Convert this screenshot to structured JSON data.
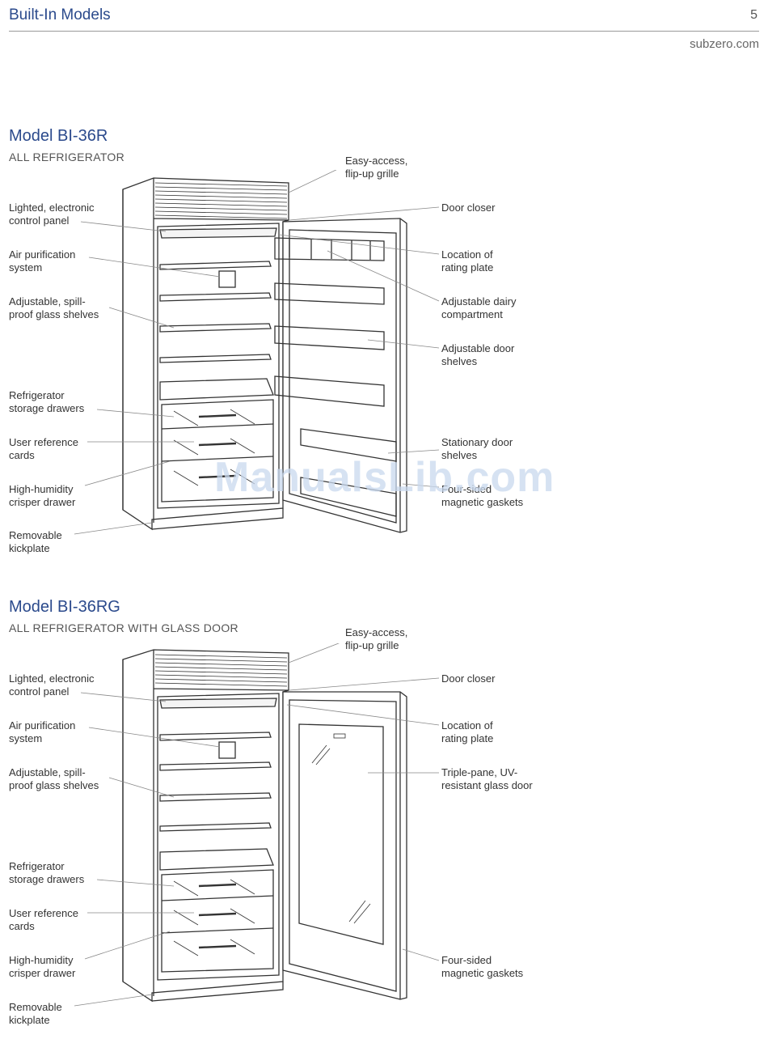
{
  "header": {
    "title": "Built-In Models",
    "page_number": "5",
    "site": "subzero.com"
  },
  "watermark": "ManualsLib.com",
  "sections": [
    {
      "title": "Model BI-36R",
      "subtitle": "ALL REFRIGERATOR",
      "labels": {
        "grille": [
          "Easy-access,",
          "flip-up grille"
        ],
        "control": [
          "Lighted, electronic",
          "control panel"
        ],
        "air": [
          "Air purification",
          "system"
        ],
        "shelves": [
          "Adjustable, spill-",
          "proof glass shelves"
        ],
        "drawers": [
          "Refrigerator",
          "storage drawers"
        ],
        "cards": [
          "User reference",
          "cards"
        ],
        "crisper": [
          "High-humidity",
          "crisper drawer"
        ],
        "kick": [
          "Removable",
          "kickplate"
        ],
        "closer": [
          "Door closer"
        ],
        "rating": [
          "Location of",
          "rating plate"
        ],
        "dairy": [
          "Adjustable dairy",
          "compartment"
        ],
        "doorshelves": [
          "Adjustable door",
          "shelves"
        ],
        "stationary": [
          "Stationary door",
          "shelves"
        ],
        "gaskets": [
          "Four-sided",
          "magnetic gaskets"
        ]
      }
    },
    {
      "title": "Model BI-36RG",
      "subtitle": "ALL REFRIGERATOR WITH GLASS DOOR",
      "labels": {
        "grille": [
          "Easy-access,",
          "flip-up grille"
        ],
        "control": [
          "Lighted, electronic",
          "control panel"
        ],
        "air": [
          "Air purification",
          "system"
        ],
        "shelves": [
          "Adjustable, spill-",
          "proof glass shelves"
        ],
        "drawers": [
          "Refrigerator",
          "storage drawers"
        ],
        "cards": [
          "User reference",
          "cards"
        ],
        "crisper": [
          "High-humidity",
          "crisper drawer"
        ],
        "kick": [
          "Removable",
          "kickplate"
        ],
        "closer": [
          "Door closer"
        ],
        "rating": [
          "Location of",
          "rating plate"
        ],
        "glassdoor": [
          "Triple-pane, UV-",
          "resistant glass door"
        ],
        "gaskets": [
          "Four-sided",
          "magnetic gaskets"
        ]
      }
    }
  ]
}
